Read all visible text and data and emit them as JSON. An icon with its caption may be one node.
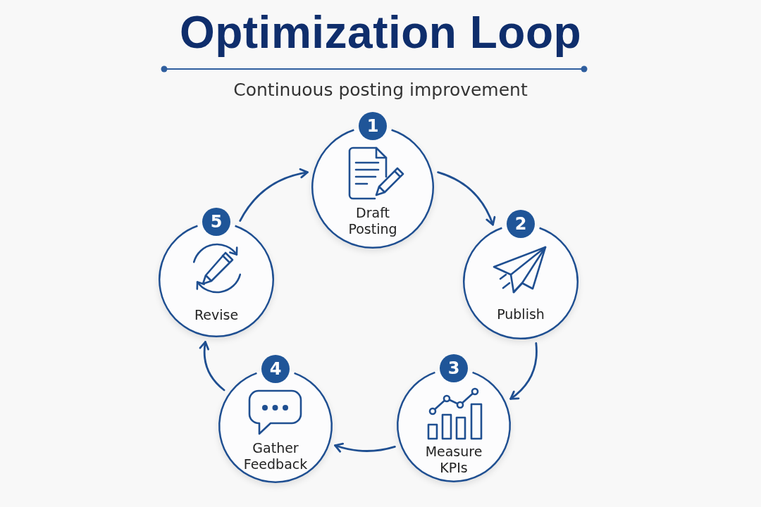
{
  "diagram": {
    "title": "Optimization Loop",
    "nodes": [
      {
        "text": [
          "1",
          "Draft Posting"
        ]
      },
      {
        "text": [
          "2",
          "Publish"
        ]
      },
      {
        "text": [
          "3",
          "Measure KPIs"
        ]
      },
      {
        "text": [
          "4",
          "Gather Feedback"
        ]
      },
      {
        "text": [
          "5",
          "Revise"
        ]
      }
    ],
    "edges": [
      {
        "from": 0,
        "to": 1,
        "arrow": "to"
      },
      {
        "from": 1,
        "to": 2,
        "arrow": "to"
      },
      {
        "from": 2,
        "to": 3,
        "arrow": "to"
      },
      {
        "from": 3,
        "to": 4,
        "arrow": "to"
      },
      {
        "from": 4,
        "to": 0,
        "arrow": "to"
      }
    ],
    "labels": [
      "Continuous posting improvement"
    ]
  }
}
